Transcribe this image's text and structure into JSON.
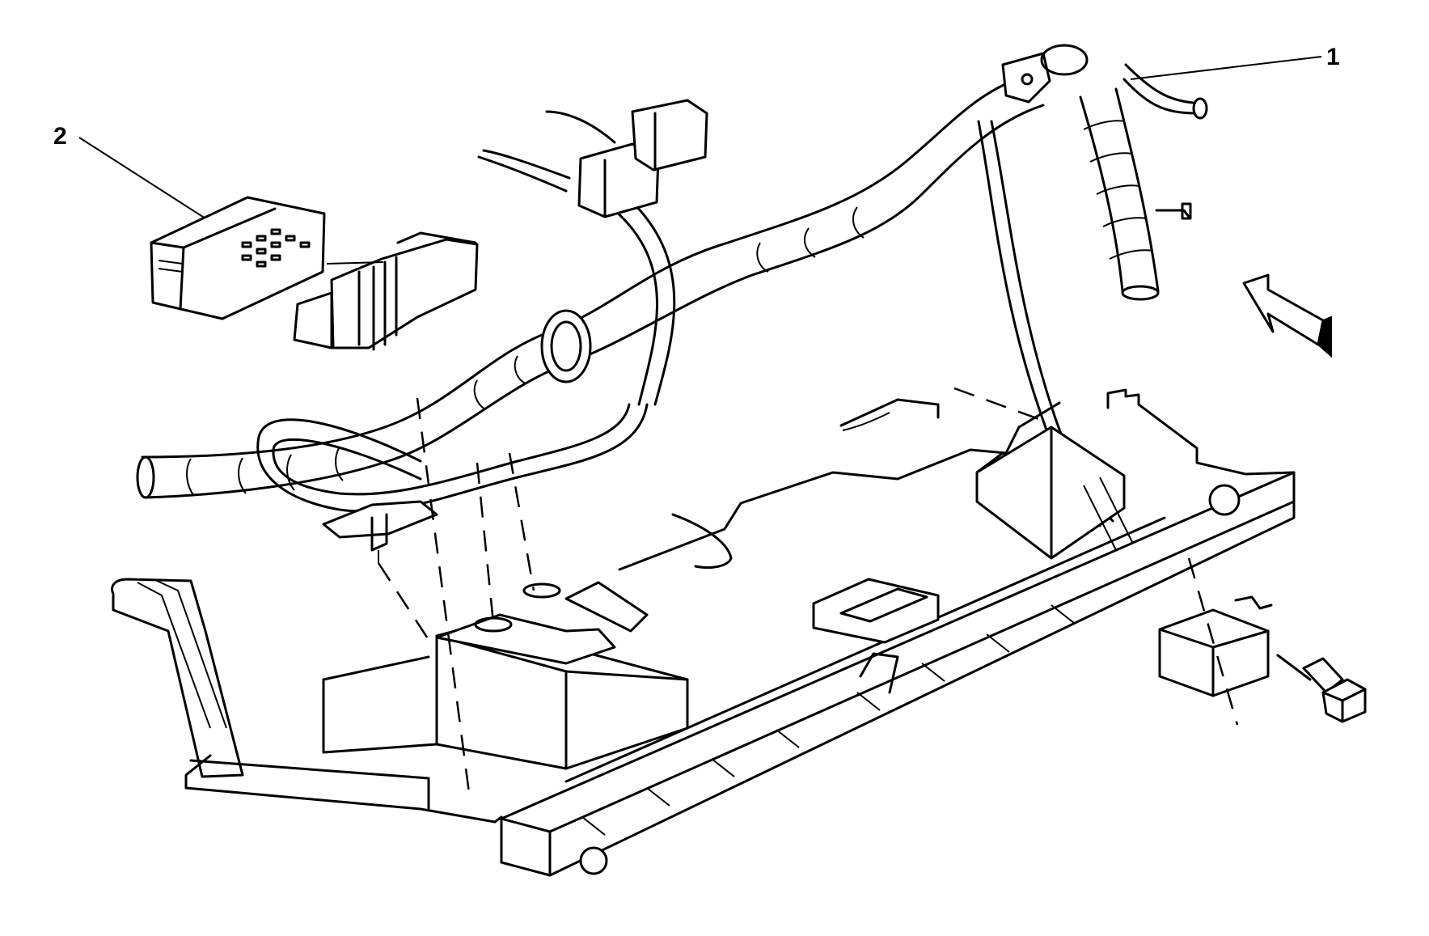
{
  "callouts": [
    {
      "id": "1",
      "label": "1"
    },
    {
      "id": "2",
      "label": "2"
    }
  ],
  "colors": {
    "ink": "#000000",
    "background": "#ffffff"
  },
  "icons": [
    "view-direction-arrow-icon",
    "bolt-icon"
  ]
}
